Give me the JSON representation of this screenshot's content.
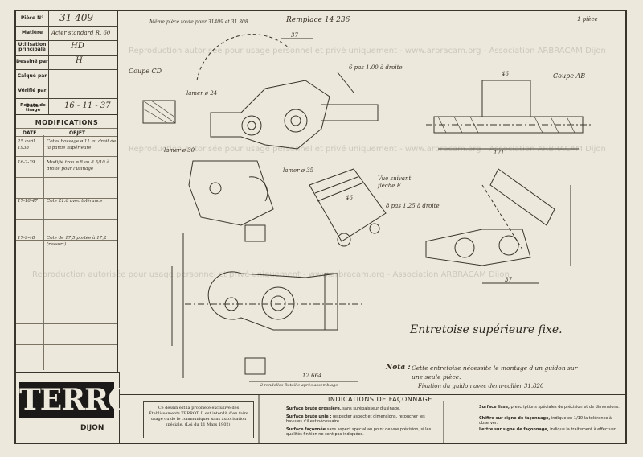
{
  "titleblock": {
    "rows": [
      {
        "label": "Pièce N°",
        "value": "31 409"
      },
      {
        "label": "Matière",
        "value": "Acier standard R. 60"
      },
      {
        "label": "Utilisation principale",
        "value": "HD"
      },
      {
        "label": "Dessiné par",
        "value": "H"
      },
      {
        "label": "Calqué par",
        "value": ""
      },
      {
        "label": "Vérifié par",
        "value": ""
      },
      {
        "label": "Date",
        "value": "16 - 11 - 37"
      },
      {
        "label": "Repère de tirage",
        "value": ""
      }
    ]
  },
  "modifications": {
    "title": "MODIFICATIONS",
    "col_date": "DATE",
    "col_objet": "OBJET",
    "entries": [
      {
        "date": "25 avril 1938",
        "objet": "Cotes bossage ø 11 au droit de la partie supérieure"
      },
      {
        "date": "16-2-39",
        "objet": "Modifié trou ø 8 au 8 5/10 à droite pour l'usinage"
      },
      {
        "date": "17-10-47",
        "objet": "Cote 21.6 avec tolérance"
      },
      {
        "date": "17-9-48",
        "objet": "Cote de 17,5 portée à 17,2 (ressort)"
      }
    ]
  },
  "logo": {
    "brand": "TERROT",
    "city": "DIJON"
  },
  "header_notes": {
    "left": "Même pièce toute pour 31409 et 31 308",
    "center": "Remplace 14 236",
    "right": "1 pièce"
  },
  "annotations": {
    "coupe_cd": "Coupe CD",
    "coupe_ab": "Coupe AB",
    "vue_suivant": "Vue suivant flèche F",
    "lamer1": "lamer ø 24",
    "lamer2": "lamer ø 30",
    "lamer3": "lamer ø 35",
    "filet": "6 pas 1.00 à droite",
    "filet2": "8 pas 1.25 à droite",
    "dim_37": "37",
    "dim_46": "46",
    "dim_121": "121",
    "dim_12664": "12.664",
    "rondelles": "2 rondelles Bataille après assemblage"
  },
  "main_title": "Entretoise supérieure fixe.",
  "note": {
    "label": "Nota :",
    "text": "Cette entretoise nécessite le montage d'un guidon sur une seule pièce.",
    "text2": "Fixation du guidon avec demi-collier 31.820"
  },
  "notice": "Ce dessin est la propriété exclusive des Établissements TERROT. Il est interdit d'en faire usage ou de le communiquer sans autorisation spéciale. (Loi du 11 Mars 1902).",
  "indications": {
    "title": "INDICATIONS DE FAÇONNAGE",
    "items": [
      {
        "title": "Surface brute grossière,",
        "text": "sans surépaisseur d'usinage."
      },
      {
        "title": "Surface brute unie ;",
        "text": "respecter aspect et dimensions, retoucher les bavures s'il est nécessaire."
      },
      {
        "title": "Surface façonnée",
        "text": "sans aspect spécial au point de vue précision, si les qualités finition ne sont pas indiquées."
      },
      {
        "title": "Surface lisse,",
        "text": "prescriptions spéciales de précision et de dimensions."
      },
      {
        "title": "Chiffre sur signe de façonnage,",
        "text": "indique en 1/10 la tolérance à observer."
      },
      {
        "title": "Lettre sur signe de façonnage,",
        "text": "indique la traitement à effectuer."
      }
    ]
  },
  "watermark": "Reproduction autorisée pour usage personnel et privé uniquement - www.arbracam.org - Association ARBRACAM Dijon"
}
